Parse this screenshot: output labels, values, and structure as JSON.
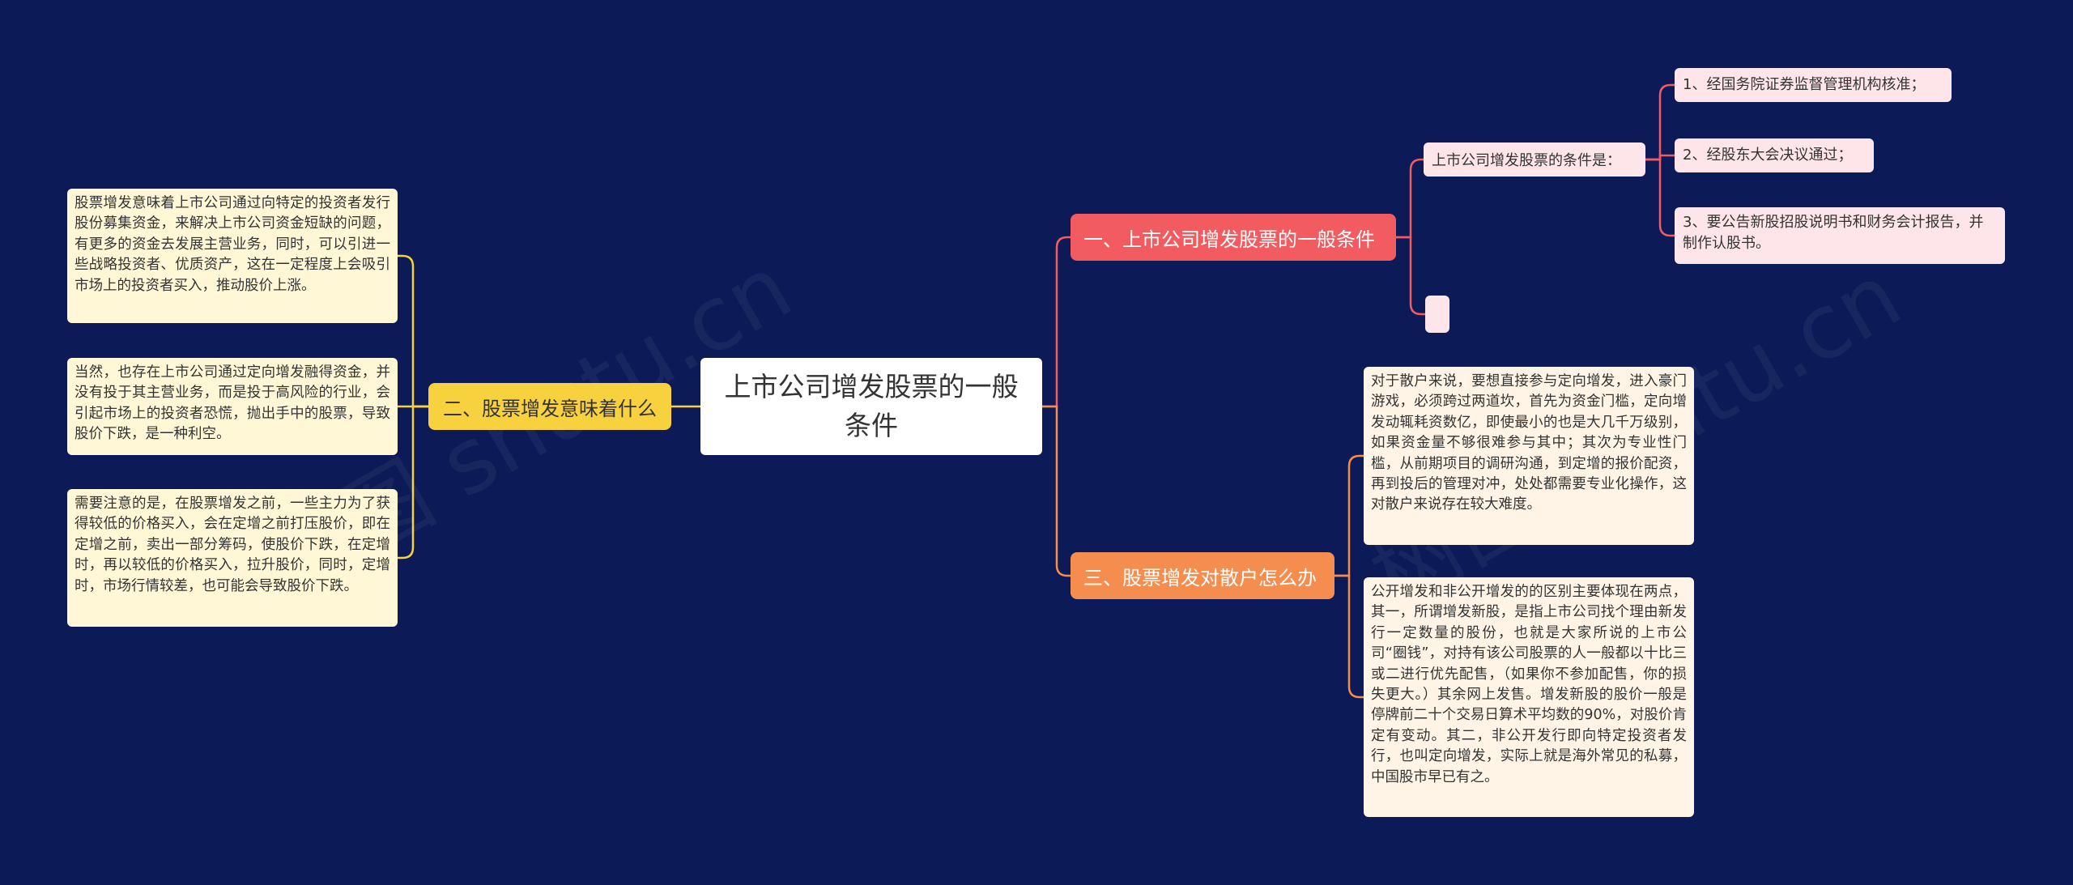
{
  "root": {
    "label": "上市公司增发股票的一般条件"
  },
  "branches": [
    {
      "label": "一、上市公司增发股票的一般条件"
    },
    {
      "label": "二、股票增发意味着什么"
    },
    {
      "label": "三、股票增发对散户怎么办"
    }
  ],
  "branch1": {
    "sub_label": "上市公司增发股票的条件是：",
    "items": [
      "1、经国务院证券监督管理机构核准；",
      "2、经股东大会决议通过；",
      "3、要公告新股招股说明书和财务会计报告，并制作认股书。"
    ]
  },
  "branch2": {
    "paragraphs": [
      "股票增发意味着上市公司通过向特定的投资者发行股份募集资金，来解决上市公司资金短缺的问题，有更多的资金去发展主营业务，同时，可以引进一些战略投资者、优质资产，这在一定程度上会吸引市场上的投资者买入，推动股价上涨。",
      "当然，也存在上市公司通过定向增发融得资金，并没有投于其主营业务，而是投于高风险的行业，会引起市场上的投资者恐慌，抛出手中的股票，导致股价下跌，是一种利空。",
      "需要注意的是，在股票增发之前，一些主力为了获得较低的价格买入，会在定增之前打压股价，即在定增之前，卖出一部分筹码，使股价下跌，在定增时，再以较低的价格买入，拉升股价，同时，定增时，市场行情较差，也可能会导致股价下跌。"
    ]
  },
  "branch3": {
    "paragraphs": [
      "对于散户来说，要想直接参与定向增发，进入豪门游戏，必须跨过两道坎，首先为资金门槛，定向增发动辄耗资数亿，即使最小的也是大几千万级别，如果资金量不够很难参与其中；其次为专业性门槛，从前期项目的调研沟通，到定增的报价配资，再到投后的管理对冲，处处都需要专业化操作，这对散户来说存在较大难度。",
      "公开增发和非公开增发的的区别主要体现在两点，其一，所谓增发新股，是指上市公司找个理由新发行一定数量的股份，也就是大家所说的上市公司“圈钱”，对持有该公司股票的人一般都以十比三或二进行优先配售，（如果你不参加配售，你的损失更大。）其余网上发售。增发新股的股价一般是停牌前二十个交易日算术平均数的90%，对股价肯定有变动。其二，非公开发行即向特定投资者发行，也叫定向增发，实际上就是海外常见的私募，中国股市早已有之。"
    ]
  },
  "watermark": "树图 shutu.cn",
  "colors": {
    "background": "#0c1b57",
    "branch1": "#f25c61",
    "branch2": "#f7d23e",
    "branch3": "#f58d4f",
    "link_pink": "#f25c61",
    "link_yellow": "#f7d23e",
    "link_orange": "#f58d4f"
  }
}
